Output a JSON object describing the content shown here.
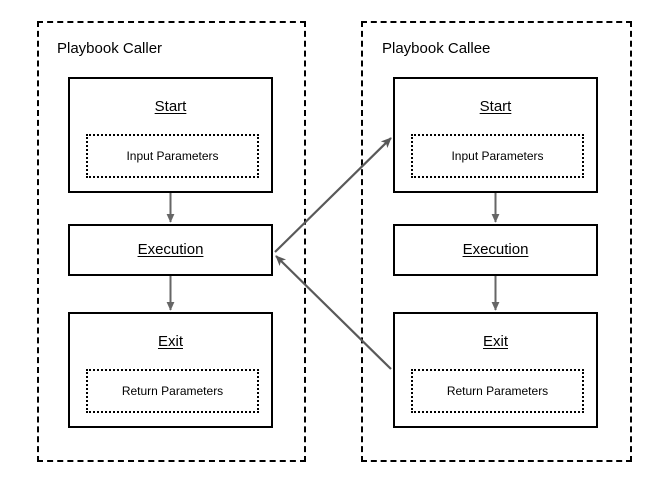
{
  "diagram": {
    "type": "flow-diagram",
    "background_color": "#ffffff",
    "stroke_color": "#000000",
    "arrow_color": "#595959",
    "flow_arrow_color": "#666666"
  },
  "lanes": [
    {
      "id": "caller",
      "title": "Playbook Caller",
      "nodes": [
        {
          "id": "caller-start",
          "title": "Start",
          "param": "Input Parameters"
        },
        {
          "id": "caller-execution",
          "title": "Execution",
          "param": null
        },
        {
          "id": "caller-exit",
          "title": "Exit",
          "param": "Return Parameters"
        }
      ]
    },
    {
      "id": "callee",
      "title": "Playbook Callee",
      "nodes": [
        {
          "id": "callee-start",
          "title": "Start",
          "param": "Input Parameters"
        },
        {
          "id": "callee-execution",
          "title": "Execution",
          "param": null
        },
        {
          "id": "callee-exit",
          "title": "Exit",
          "param": "Return Parameters"
        }
      ]
    }
  ],
  "connections": [
    {
      "id": "caller-start-to-execution",
      "from": "caller-start",
      "to": "caller-execution",
      "kind": "sequence"
    },
    {
      "id": "caller-execution-to-exit",
      "from": "caller-execution",
      "to": "caller-exit",
      "kind": "sequence"
    },
    {
      "id": "callee-start-to-execution",
      "from": "callee-start",
      "to": "callee-execution",
      "kind": "sequence"
    },
    {
      "id": "callee-execution-to-exit",
      "from": "callee-execution",
      "to": "callee-exit",
      "kind": "sequence"
    },
    {
      "id": "call-arrow",
      "from": "caller-execution",
      "to": "callee-start",
      "kind": "call"
    },
    {
      "id": "return-arrow",
      "from": "callee-exit",
      "to": "caller-execution",
      "kind": "return"
    }
  ]
}
